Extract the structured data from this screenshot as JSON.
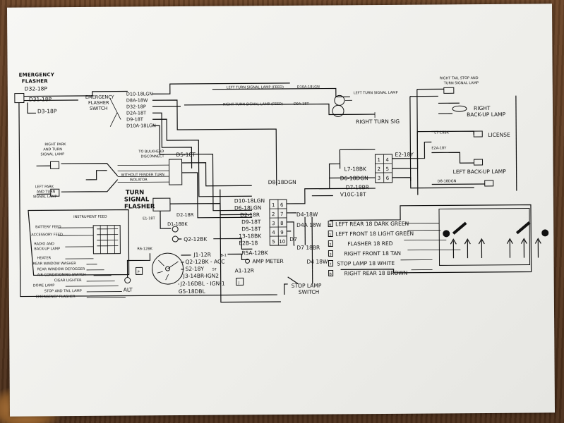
{
  "emergency_flasher": {
    "title_line1": "EMERGENCY",
    "title_line2": "FLASHER",
    "wires": [
      "D32-18P",
      "D31-18P",
      "D3-18P"
    ]
  },
  "emergency_switch": {
    "title_line1": "EMERGENCY",
    "title_line2": "FLASHER",
    "title_line3": "SWITCH",
    "wires": [
      "D10-18LGN",
      "D8A-18W",
      "D32-18P",
      "D2A-18T",
      "D9-18T",
      "D10A-18LGN"
    ]
  },
  "top_lamps": {
    "left_turn_feed": "LEFT TURN SIGNAL LAMP (FEED)",
    "left_turn_wire": "D10A-18LGN",
    "left_turn_lamp": "LEFT TURN SIGNAL LAMP",
    "right_turn_feed": "RIGHT TURN SIGNAL LAMP (FEED)",
    "right_turn_wire": "D9A-18T",
    "right_turn_sig": "RIGHT TURN SIG"
  },
  "park_lamps": {
    "right_park_1": "RIGHT PARK",
    "right_park_2": "AND TURN",
    "right_park_3": "SIGNAL LAMP",
    "left_park_1": "LEFT PARK",
    "left_park_2": "AND TURN",
    "left_park_3": "SIGNAL LAMP"
  },
  "bulkhead": {
    "title_line1": "TO BULKHEAD",
    "title_line2": "DISCONNECT",
    "wire": "D5-18T",
    "isolator_line1": "WITHOUT FENDER TURN",
    "isolator_line2": "ISOLATOR"
  },
  "turn_flasher": {
    "title_line1": "TURN",
    "title_line2": "SIGNAL",
    "title_line3": "FLASHER",
    "wires": [
      "D2-18R",
      "D1-18BK",
      "E1-18T"
    ]
  },
  "ignition": {
    "q2": "Q2-12BK",
    "r6": "R6-12BK",
    "j1": "J1-12R",
    "q2acc": "Q2-12BK - ACC",
    "s2": "S2-18Y",
    "j3": "J3-14BR-IGN2",
    "j2": "J2-16DBL - IGN-1",
    "g5": "G5-18DBL",
    "b1": "B-1",
    "st": "ST",
    "p": "P",
    "alt": "ALT"
  },
  "center_connector": {
    "top_wire": "D8-18DGN",
    "left_wires": [
      "D10-18LGN",
      "D6-18LGN",
      "D2-18R",
      "D9-18T",
      "D5-18T",
      "13-18BK",
      "E2B-18"
    ],
    "pins": [
      "6",
      "7",
      "8",
      "9",
      "10",
      "1",
      "2",
      "3",
      "4",
      "5"
    ],
    "right_wires": [
      "D4-18W",
      "D4A 18W",
      "D7 18BR",
      "D4 18W"
    ],
    "amp_meter": "AMP METER",
    "r5a": "R5A-12BK",
    "a1": "A1-12R",
    "j": "J",
    "stop_lamp_1": "STOP LAMP",
    "stop_lamp_2": "SWITCH",
    "d7": "D7"
  },
  "instrument": {
    "instrument_feed": "INSTRUMENT FEED",
    "battery_feed": "BATTERY FEED",
    "accessory_feed": "ACCESSORY FEED",
    "radio_1": "RADIO AND",
    "radio_2": "BACK-UP LAMP",
    "heater": "HEATER",
    "rear_washer": "REAR WINDOW WASHER",
    "rear_defogger": "REAR WINDOW DEFOGGER",
    "air_cond": "AIR CONDITIONING SWITCH",
    "cigar": "CIGAR LIGHTER",
    "dome": "DOME LAMP",
    "stop_tail": "STOP AND TAIL LAMP",
    "emergency_flasher": "EMERGENCY FLASHER"
  },
  "rear_connector": {
    "wires_left": [
      "L7-18BK",
      "D6-18DGN",
      "D7-18BR",
      "V10C-18T"
    ],
    "wire_right": "E2-18Y",
    "pins": [
      "1",
      "2",
      "3",
      "4",
      "5",
      "6"
    ]
  },
  "rear_lamps": {
    "right_tail_1": "RIGHT TAIL STOP AND",
    "right_tail_2": "TURN SIGNAL LAMP",
    "right_backup_1": "RIGHT",
    "right_backup_2": "BACK-UP LAMP",
    "license": "LICENSE",
    "left_backup": "LEFT BACK-UP LAMP",
    "wires": [
      "D8-18DGN",
      "E2A-18Y",
      "L7-18BK"
    ]
  },
  "legend": {
    "rows": [
      {
        "num": "6",
        "text": "LEFT REAR 18 DARK GREEN"
      },
      {
        "num": "1",
        "text": "LEFT FRONT 18 LIGHT GREEN"
      },
      {
        "num": "2",
        "text": "FLASHER 18 RED"
      },
      {
        "num": "3",
        "text": "RIGHT FRONT 18 TAN"
      },
      {
        "num": "7",
        "text": "STOP LAMP 18 WHITE"
      },
      {
        "num": "8",
        "text": "RIGHT REAR 18 BROWN"
      }
    ]
  }
}
